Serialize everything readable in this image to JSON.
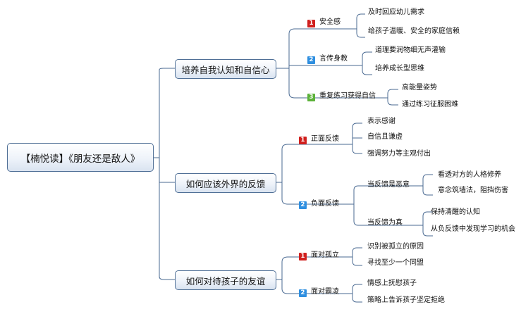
{
  "root": {
    "title": "【楠悦读】《朋友还是敌人》"
  },
  "branches": [
    {
      "label": "培养自我认知和自信心",
      "subs": [
        {
          "badge": "1",
          "label": "安全感",
          "leaves": [
            "及时回应幼儿需求",
            "给孩子温暖、安全的家庭信赖"
          ]
        },
        {
          "badge": "2",
          "label": "言传身教",
          "leaves": [
            "道理要润物细无声灌输",
            "培养成长型思维"
          ]
        },
        {
          "badge": "3",
          "label": "重复练习获得自信",
          "leaves": [
            "高能量姿势",
            "通过练习征服困难"
          ]
        }
      ]
    },
    {
      "label": "如何应该外界的反馈",
      "subs": [
        {
          "badge": "1",
          "label": "正面反馈",
          "leaves": [
            "表示感谢",
            "自信且谦虚",
            "强调努力等主观付出"
          ]
        },
        {
          "badge": "2",
          "label": "负面反馈",
          "groups": [
            {
              "label": "当反馈是恶意",
              "leaves": [
                "看透对方的人格修养",
                "意念筑墙法，阻挡伤害"
              ]
            },
            {
              "label": "当反馈为真",
              "leaves": [
                "保持清醒的认知",
                "从负反馈中发现学习的机会"
              ]
            }
          ]
        }
      ]
    },
    {
      "label": "如何对待孩子的友谊",
      "subs": [
        {
          "badge": "1",
          "label": "面对孤立",
          "leaves": [
            "识别被孤立的原因",
            "寻找至少一个同盟"
          ]
        },
        {
          "badge": "2",
          "label": "面对霸凌",
          "leaves": [
            "情感上抚慰孩子",
            "策略上告诉孩子坚定拒绝"
          ]
        }
      ]
    }
  ],
  "colors": {
    "line": "#4a6a92",
    "badge_red": "#d0201e",
    "badge_blue": "#2f8fe0",
    "badge_green": "#5cb23a"
  }
}
